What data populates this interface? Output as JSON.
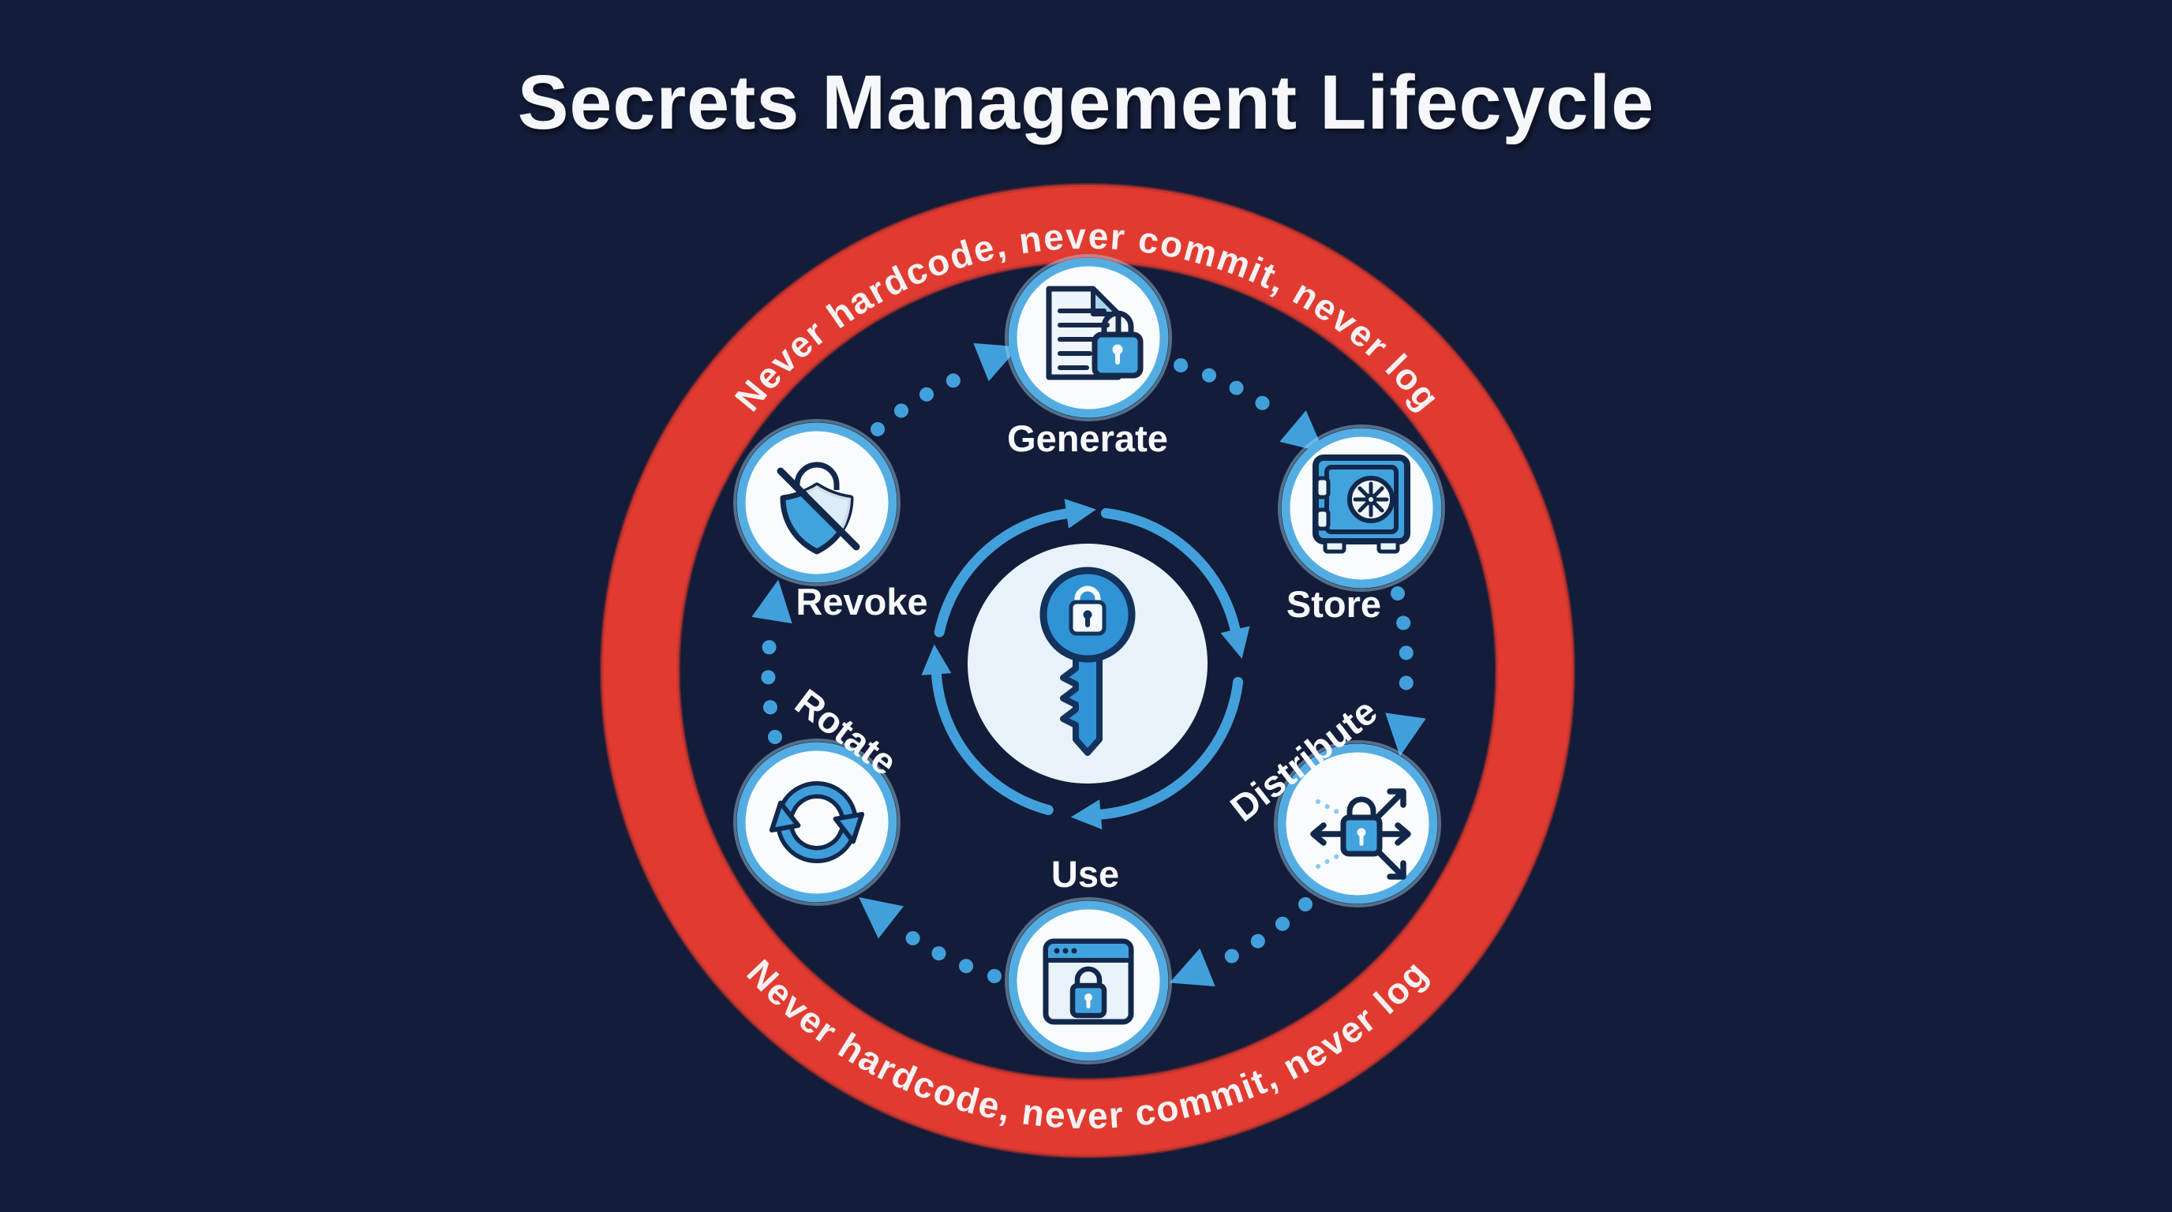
{
  "title": "Secrets Management Lifecycle",
  "ring": {
    "top_text": "Never hardcode, never commit, never log",
    "bottom_text": "Never hardcode, never commit, never log",
    "color": "#e13b31"
  },
  "center": {
    "icon": "key-lock-icon"
  },
  "stages": [
    {
      "label": "Generate",
      "icon": "document-lock-icon"
    },
    {
      "label": "Store",
      "icon": "vault-icon"
    },
    {
      "label": "Distribute",
      "icon": "lock-arrows-icon"
    },
    {
      "label": "Use",
      "icon": "browser-lock-icon"
    },
    {
      "label": "Rotate",
      "icon": "sync-arrows-icon"
    },
    {
      "label": "Revoke",
      "icon": "shield-slash-icon"
    }
  ],
  "colors": {
    "background": "#131c38",
    "ring_red": "#e13b31",
    "accent_blue": "#41a0dc",
    "node_border": "#54ade2",
    "node_fill": "#f9fcff",
    "icon_blue": "#42a2de",
    "icon_outline": "#12284a",
    "center_fill": "#e7f2fa",
    "text": "#f5f7fa"
  }
}
